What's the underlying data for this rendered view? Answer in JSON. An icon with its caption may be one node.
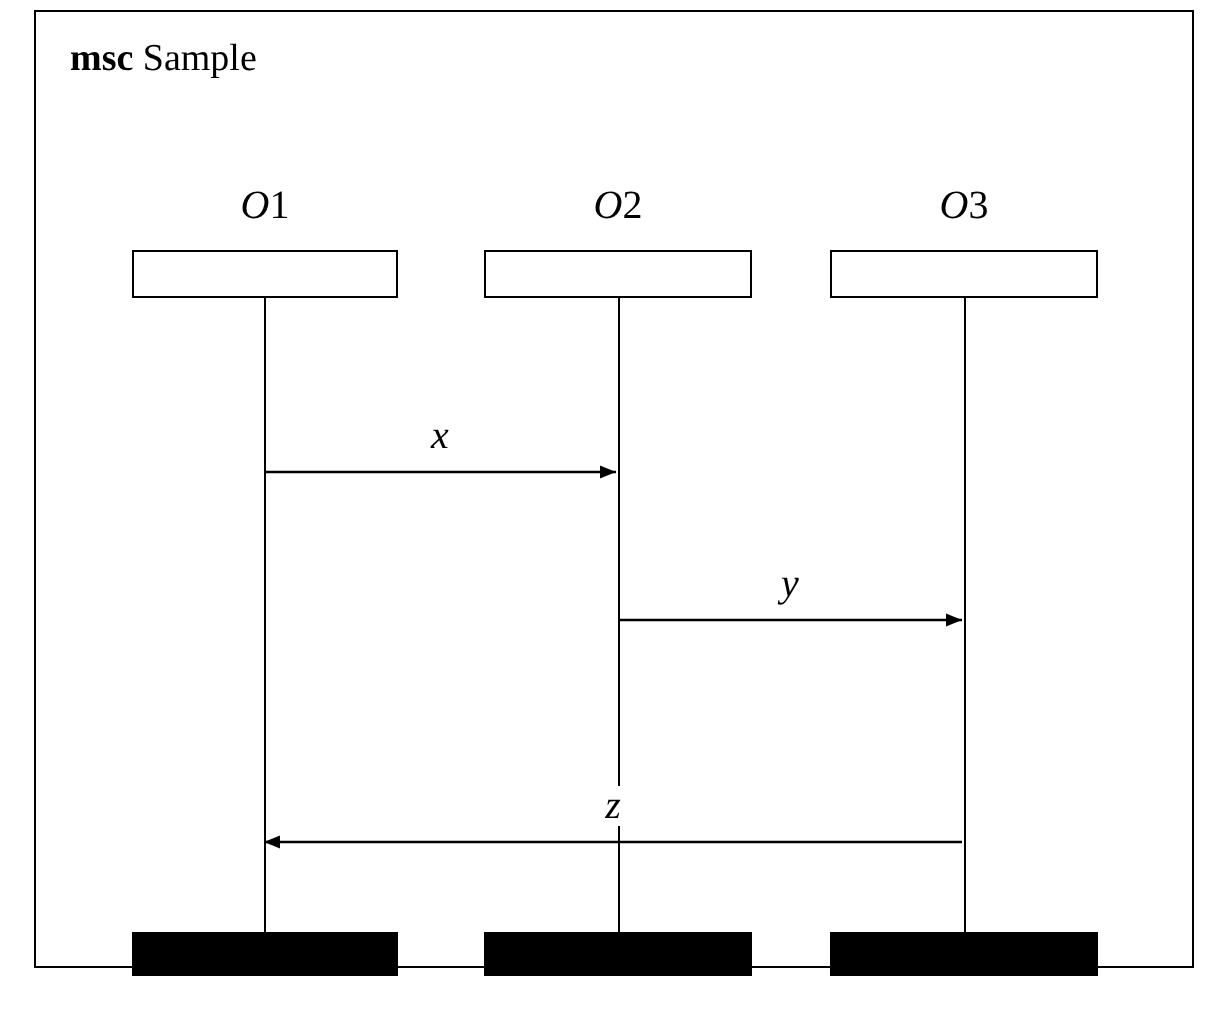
{
  "diagram": {
    "nodes": [
      {
        "text": [
          "**msc** Sample"
        ]
      },
      {
        "text": [
          "O1"
        ],
        "in": 0
      },
      {
        "text": [
          "O2"
        ],
        "in": 0
      },
      {
        "text": [
          "O3"
        ],
        "in": 0
      },
      {
        "text": [],
        "shape": "line",
        "in": 0
      },
      {
        "text": [],
        "shape": "line",
        "in": 0
      },
      {
        "text": [],
        "shape": "line",
        "in": 0
      },
      {
        "text": [],
        "shape": "bar",
        "in": 0
      },
      {
        "text": [],
        "shape": "bar",
        "in": 0
      },
      {
        "text": [],
        "shape": "bar",
        "in": 0
      }
    ],
    "edges": [
      {
        "from": 4,
        "to": 5,
        "arrow": "to",
        "label": "x"
      },
      {
        "from": 5,
        "to": 6,
        "arrow": "to",
        "label": "y"
      },
      {
        "from": 6,
        "to": 4,
        "arrow": "to",
        "label": "z"
      }
    ]
  }
}
